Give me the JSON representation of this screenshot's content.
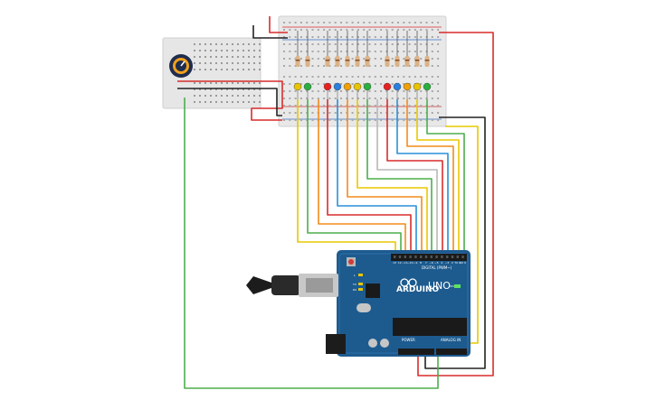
{
  "board": {
    "brand": "ARDUINO",
    "model": "UNO",
    "digital_header": "DIGITAL (PWM~)",
    "power_header": "POWER",
    "analog_header": "ANALOG IN",
    "led_on": "ON",
    "led_tx": "TX",
    "led_rx": "RX",
    "led_l": "L",
    "pin_labels": [
      "13",
      "12",
      "~11",
      "~10",
      "~9",
      "8",
      "7",
      "~6",
      "~5",
      "4",
      "~3",
      "2",
      "TX 1",
      "RX 0"
    ]
  },
  "breadboard": {
    "led_colors": [
      "#e8c400",
      "#27b03c",
      "#e82020",
      "#2a7fe0",
      "#f0a000",
      "#e8c400",
      "#27b03c",
      "#e82020",
      "#2a7fe0",
      "#f0a000",
      "#e8c400",
      "#27b03c"
    ]
  },
  "colors": {
    "background": "#ffffff",
    "breadboard": "#e8e8e8",
    "arduino_blue": "#1d5b8f",
    "wire_red": "#d82c2c",
    "wire_black": "#222222",
    "wire_green": "#4cae4c",
    "wire_yellow": "#e8c800",
    "wire_orange": "#f28c1c",
    "wire_blue": "#2a8fd8",
    "wire_gray": "#b8b8b8"
  }
}
